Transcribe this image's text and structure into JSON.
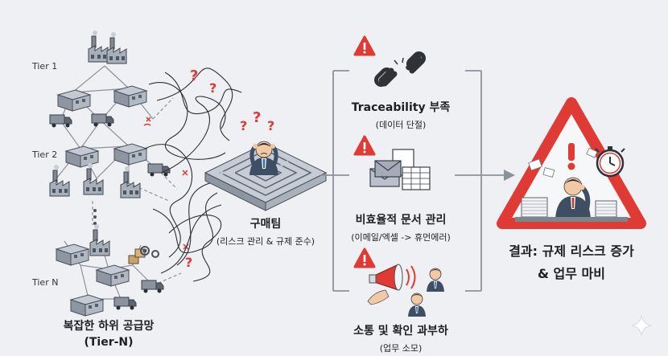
{
  "supply_chain": {
    "tier1": "Tier 1",
    "tier2": "Tier 2",
    "tierN": "Tier N",
    "title_line1": "복잡한 하위 공급망",
    "title_line2": "(Tier-N)"
  },
  "team": {
    "title": "구매팀",
    "subtitle": "(리스크 관리 & 규제 준수)"
  },
  "issues": [
    {
      "title": "Traceability 부족",
      "subtitle": "(데이터 단절)",
      "icon": "broken-chain-icon"
    },
    {
      "title": "비효율적 문서 관리",
      "subtitle": "(이메일/엑셀 -> 휴먼에러)",
      "icon": "documents-email-icon"
    },
    {
      "title": "소통 및 확인 과부하",
      "subtitle": "(업무 소모)",
      "icon": "megaphone-icon"
    }
  ],
  "result": {
    "line1": "결과: 규제 리스크 증가",
    "line2": "& 업무 마비"
  },
  "colors": {
    "background": "#eef0f4",
    "warning_red": "#e03a35",
    "line_gray": "#8c929c",
    "building": "#9aa3ae",
    "suit": "#3e4f63"
  }
}
